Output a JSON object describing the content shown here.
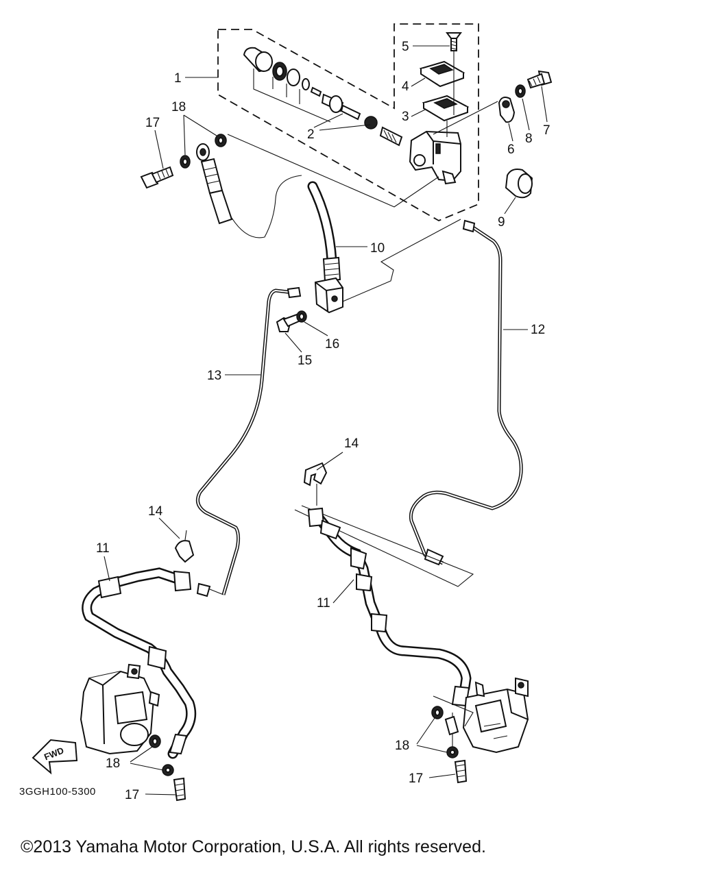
{
  "diagram": {
    "drawing_code": "3GGH100-5300",
    "fwd_label": "FWD",
    "callouts": {
      "c1": "1",
      "c2": "2",
      "c3": "3",
      "c4": "4",
      "c5": "5",
      "c6": "6",
      "c7": "7",
      "c8": "8",
      "c9": "9",
      "c10": "10",
      "c11_left": "11",
      "c11_right": "11",
      "c12": "12",
      "c13": "13",
      "c14_left": "14",
      "c14_right": "14",
      "c15": "15",
      "c16": "16",
      "c17_top": "17",
      "c17_left": "17",
      "c17_right": "17",
      "c18_top": "18",
      "c18_left": "18",
      "c18_right": "18"
    }
  },
  "footer": {
    "copyright": "©2013 Yamaha Motor Corporation, U.S.A. All rights reserved."
  }
}
